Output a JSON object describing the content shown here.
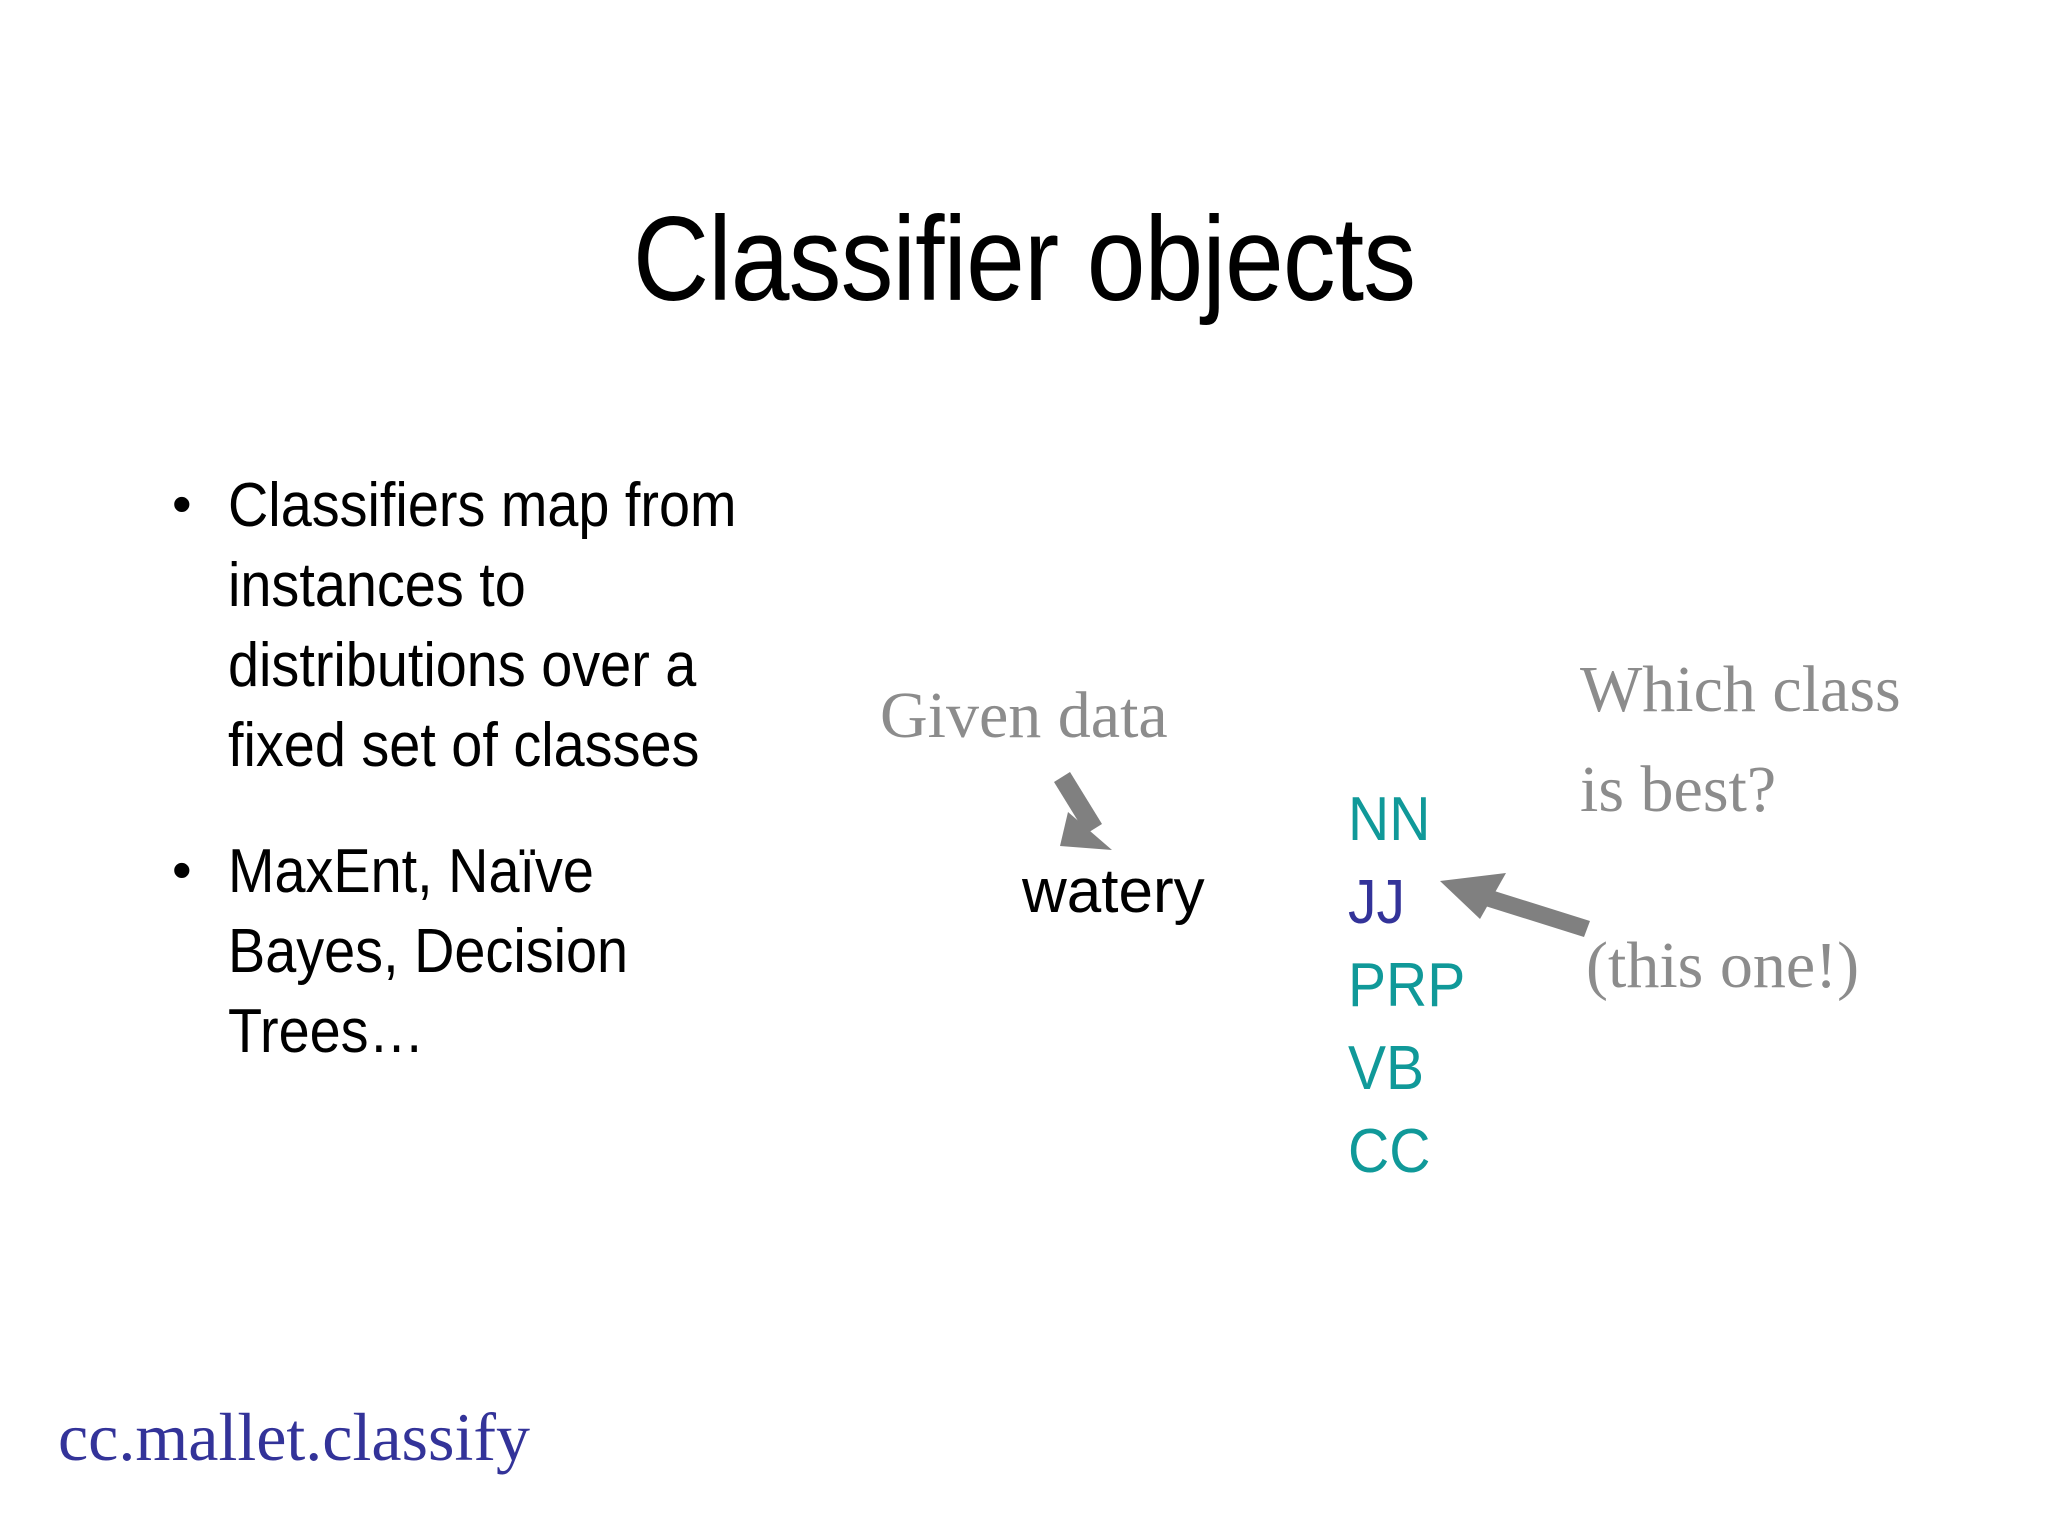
{
  "slide": {
    "title": "Classifier objects",
    "background_color": "#ffffff"
  },
  "bullets": [
    {
      "marker": "•",
      "text": "Classifiers map from instances to distributions over a fixed set of classes"
    },
    {
      "marker": "•",
      "text": "MaxEnt, Naïve Bayes, Decision Trees…"
    }
  ],
  "diagram": {
    "given_data_label": "Given data",
    "instance_word": "watery",
    "which_class_label_line1": "Which class",
    "which_class_label_line2": "is best?",
    "this_one_label": "(this one!)",
    "classes": [
      {
        "label": "NN",
        "color": "#109999",
        "highlighted": false
      },
      {
        "label": "JJ",
        "color": "#333399",
        "highlighted": true
      },
      {
        "label": "PRP",
        "color": "#109999",
        "highlighted": false
      },
      {
        "label": "VB",
        "color": "#109999",
        "highlighted": false
      },
      {
        "label": "CC",
        "color": "#109999",
        "highlighted": false
      }
    ],
    "arrow_color": "#808080",
    "annotation_color": "#8c8c8c"
  },
  "footer": {
    "package": "cc.mallet.classify",
    "color": "#333399"
  }
}
